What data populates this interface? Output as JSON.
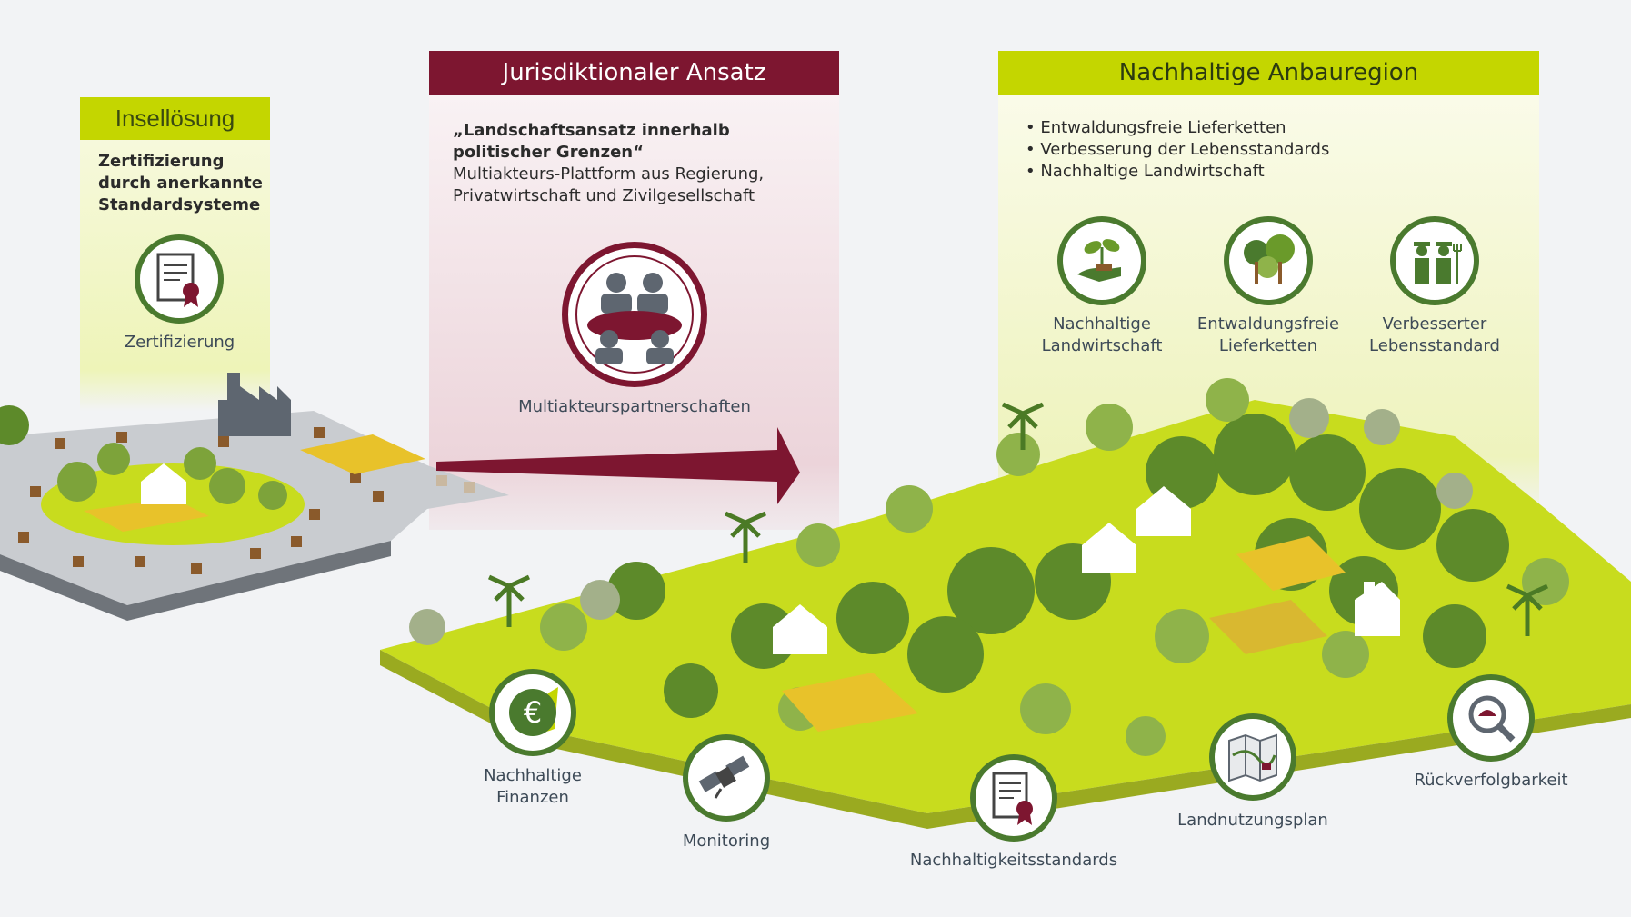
{
  "colors": {
    "green_accent": "#c4d600",
    "green_dark": "#4a7a2e",
    "bordeaux": "#7d1630",
    "background": "#f2f3f5",
    "label_text": "#3d4a57"
  },
  "insel": {
    "title": "Insellösung",
    "desc": [
      "Zertifizierung",
      "durch anerkannte",
      "Standardsysteme"
    ],
    "icon": "certificate-icon",
    "icon_label": "Zertifizierung"
  },
  "juris": {
    "title": "Jurisdiktionaler Ansatz",
    "quote": [
      "„Landschaftsansatz innerhalb",
      "politischer Grenzen“"
    ],
    "desc": [
      "Multiakteurs-Plattform aus Regierung,",
      "Privatwirtschaft und Zivilgesellschaft"
    ],
    "icon": "meeting-table-icon",
    "icon_label": "Multiakteurspartnerschaften"
  },
  "region": {
    "title": "Nachhaltige Anbauregion",
    "bullets": [
      "• Entwaldungsfreie Lieferketten",
      "• Verbesserung der Lebensstandards",
      "• Nachhaltige Landwirtschaft"
    ],
    "icons": [
      {
        "icon": "plant-in-hand-icon",
        "label": [
          "Nachhaltige",
          "Landwirtschaft"
        ]
      },
      {
        "icon": "forest-trees-icon",
        "label": [
          "Entwaldungsfreie",
          "Lieferketten"
        ]
      },
      {
        "icon": "farmers-icon",
        "label": [
          "Verbesserter",
          "Lebensstandard"
        ]
      }
    ]
  },
  "bottom_icons": [
    {
      "icon": "euro-icon",
      "label": [
        "Nachhaltige",
        "Finanzen"
      ]
    },
    {
      "icon": "satellite-icon",
      "label": [
        "Monitoring"
      ]
    },
    {
      "icon": "certificate-icon",
      "label": [
        "Nachhaltigkeitsstandards"
      ]
    },
    {
      "icon": "map-icon",
      "label": [
        "Landnutzungsplan"
      ]
    },
    {
      "icon": "magnifier-icon",
      "label": [
        "Rückverfolgbarkeit"
      ]
    }
  ]
}
